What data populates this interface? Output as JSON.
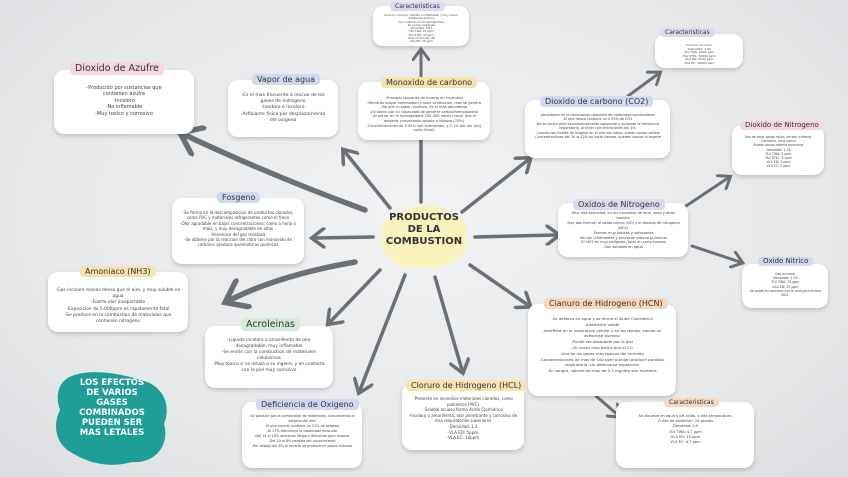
{
  "center": {
    "line1": "PRODUCTOS",
    "line2": "DE LA",
    "line3": "COMBUSTION"
  },
  "effects": {
    "line1": "LOS EFECTOS",
    "line2": "DE VARIOS",
    "line3": "GASES",
    "line4": "COMBINADOS",
    "line5": "PUEDEN SER",
    "line6": "MAS LETALES"
  },
  "azufre": {
    "title": "Dioxido de Azufre",
    "body": "-Producido por sustancias que\ncontienen azufre\n-Incoloro\n-No inflamable\n-Muy toxico y corrosivo"
  },
  "vapor": {
    "title": "Vapor de agua",
    "body": "-Es el mas frecuente a inocuo de los\ngases de hidrogeno\n-Inodoro e incoloro\n-Asfixiante fisico por desplazamiento\ndel oxigeno"
  },
  "caract_top": {
    "title": "Caracteristicas",
    "body": "Inodoro, incoloro, insipido e inflamable, y muy toxico\n-Asfixiante quimico\n-Se combina con la hemoglobina\n-Es el mas peligroso\n-Densidad: 0.97\n-TLV TWA: 25 ppm\n-TLV STEL: 50 ppm\n-Peso molecular: 28\n-VLA ED: 25 ppm"
  },
  "monoxido": {
    "title": "Monoxido de carbono",
    "body": "-Principal causante de muerte en incendios\n-Mientras mayor combustion y peor ventilacion, mas se genera\n-No olor ni sabor, incoloro. Es el mas abundante\n-Es toxico por su capacidad de generar carboxihemoglobina\n-Al entrar en la hemoglobina 200-300 veces mayor que el oxigeno, provocando anoxia o hipoxia (70%)\n-Concentraciones de 0.05% son suficientes, y 0.1% por ser muy corto (letal)"
  },
  "caract_right": {
    "title": "Caracteristicas",
    "body": "Inodoro, incoloro\n-Densidad: 1.52\n-TLV TWA: 5000 ppm\n-TLV STEL: 30000 ppm\n-VLA ED: 5000 ppm\n-VLA EC: 15000 ppm"
  },
  "co2": {
    "title": "Dioxido de carbono (CO2)",
    "body": "-Abundante en la combustion completa de materiales combustibles\n-El aire fresco contiene un 0.03% de CO2\n-No es toxico pero es ocasionalmente sofocante y aumenta la frecuencia respiratoria, al tener concentraciones del 5%\n-Cuando los niveles de oxigeno en el aire son bajos, puede causar asfixia\n-Concentraciones del 10 al 12% en corto tiempo, pueden causar la muerte"
  },
  "nitrogeno": {
    "title": "Dioxido de Nitrogeno",
    "body": "Gas de color pardo rojizo, de olor irritante\n-Corrosivo, muy toxico\n-Puede causar edema pulmonar\n-Densidad: 1.58\n-TLV TWA: 3 ppm\n-TLV STEL: 5 ppm\n-VLA ED: 3 ppm\n-VLA EC: 5 ppm"
  },
  "fosgeno": {
    "title": "Fosgeno",
    "body": "-Se forma en la descomposicion de productos clorados, como PVC y materiales refrigerantes como el freon\n-Olor agradable en bajas concentraciones, como a heno o maiz, y muy desagradable en altas\n-Venenoso del gas mostaza\n-Se obtiene por la reaccion del cloro con monoxido de carbono, produce quemaduras quimicas"
  },
  "oxidos": {
    "title": "Oxidos de Nitrogeno",
    "body": "-Muy alta toxicidad, en los incendios de lana, seda y otros textiles\n-Hay dos formas: el oxido nitrico (NO) y el dioxido de nitrogeno (NO2)\n-Formas muy toxicas y sofocantes\n-No son inflamables y provocan edema pulmonar\n-El NO2 es muy peligroso, fatal en corto tiempo\n-Son solubles en agua"
  },
  "amoniaco": {
    "title": "Amoniaco (NH3)",
    "body": "-Gas incoloro menos denso que el aire, y muy soluble en agua\n-Fuerte olor insoportable\n-Exposicion de 5.000ppm es rapidamente fatal\n-Se produce en la combustion de materiales que contienen nitrogeno"
  },
  "nitrico": {
    "title": "Oxido Nitrico",
    "body": "Gas incoloro\n-Densidad: 1.04\n-TLV TWA: 25 ppm\n-VLA ED: 25 ppm\n-Se oxida en contacto con el aire para formar NO2"
  },
  "acroleinas": {
    "title": "Acroleinas",
    "body": "-Liquido incoloro o amarillento de olor desagradable, muy inflamable\n-Se emite con la combustion de materiales celulosicos\n-Muy toxico si se inhala o se ingiere, y en contacto con la piel muy corrosivo"
  },
  "cianuro": {
    "title": "Cianuro de Hidrogeno (HCN)",
    "body": "-Se destaca en agua y se forma el Acido Cianhidrico\n-Altamente volatil\n-Interfiere en la respiracion celular y en los tejidos, siendo un asfixiante quimico\n-Puede ser absorbido por la piel\n-20 veces mas toxico que el CO\n-Uno de los gases mas toxicos del incendio\n-Concentraciones de mas de 100 ppm pueden producir paralisis respiratoria, sin detectarse exposicion\n-En sangre, valores de mas de 0.3 mg/litro son mortales"
  },
  "deficiencia": {
    "title": "Deficiencia de Oxigeno",
    "body": "-Se produce por la combustion de materiales, consumiendo el oxigeno del aire\n-El aire normal contiene un 21% de oxigeno\n-Al 17% disminuye la capacidad muscular\n-Del 14 al 10% aparecen fatiga y dificultad para respirar\n-Del 10 al 6% perdida del conocimiento\n-Por debajo del 6% la muerte se produce en pocos minutos"
  },
  "cloruro": {
    "title": "Cloruro de Hidrogeno (HCL)",
    "body": "-Presente en incendios materiales clorados, como polimeros (PVC)\n-Soluble acuoso forma Acido Clorhidrico\n-Incoloro o amarillento, olor penetrante y corrosivo de vias respiratorias superiores\n-Densidad: 1.3\n-VLA ED: 5ppm\n-VLA EC: 10ppm"
  },
  "caract_br": {
    "title": "Caracteristicas",
    "body": "Se disuelve en agua a pH acido, a alta temperatura\n-Punto de ebullicion: 26 grados\n-Densidad: 0.9\n-TLV TWA: 4.7 ppm\n-VLA ED: 10 ppm\n-VLA EC: 4.7 ppm"
  }
}
